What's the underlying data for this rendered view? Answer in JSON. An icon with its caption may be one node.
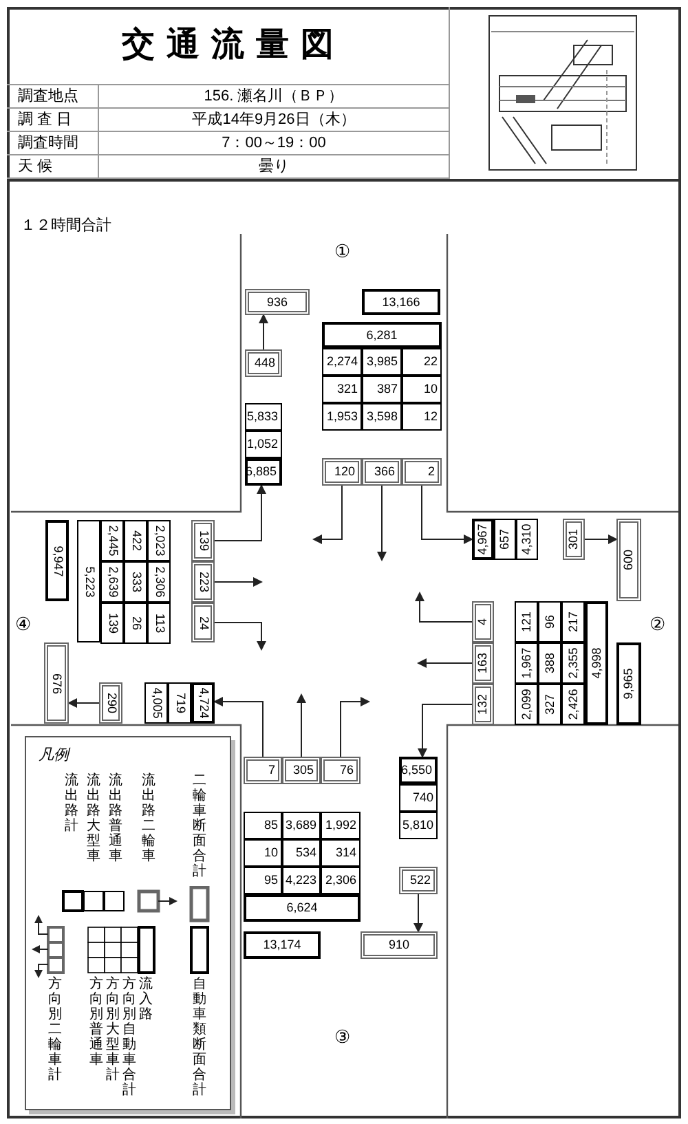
{
  "diagram": {
    "title": "交通流量図",
    "nodes": [
      {
        "text": [
          "936"
        ]
      },
      {
        "text": [
          "13,166"
        ]
      },
      {
        "text": [
          "6,281"
        ]
      },
      {
        "text": [
          "2,274"
        ]
      },
      {
        "text": [
          "3,985"
        ]
      },
      {
        "text": [
          "22"
        ]
      },
      {
        "text": [
          "321"
        ]
      },
      {
        "text": [
          "387"
        ]
      },
      {
        "text": [
          "10"
        ]
      },
      {
        "text": [
          "1,953"
        ]
      },
      {
        "text": [
          "3,598"
        ]
      },
      {
        "text": [
          "12"
        ]
      },
      {
        "text": [
          "448"
        ]
      },
      {
        "text": [
          "5,833"
        ]
      },
      {
        "text": [
          "1,052"
        ]
      },
      {
        "text": [
          "6,885"
        ]
      },
      {
        "text": [
          "120"
        ]
      },
      {
        "text": [
          "366"
        ]
      },
      {
        "text": [
          "2"
        ]
      },
      {
        "text": [
          "9,947"
        ]
      },
      {
        "text": [
          "5,223"
        ]
      },
      {
        "text": [
          "2,445"
        ]
      },
      {
        "text": [
          "422"
        ]
      },
      {
        "text": [
          "2,023"
        ]
      },
      {
        "text": [
          "2,639"
        ]
      },
      {
        "text": [
          "333"
        ]
      },
      {
        "text": [
          "2,306"
        ]
      },
      {
        "text": [
          "139"
        ]
      },
      {
        "text": [
          "26"
        ]
      },
      {
        "text": [
          "113"
        ]
      },
      {
        "text": [
          "139"
        ]
      },
      {
        "text": [
          "223"
        ]
      },
      {
        "text": [
          "24"
        ]
      },
      {
        "text": [
          "676"
        ]
      },
      {
        "text": [
          "290"
        ]
      },
      {
        "text": [
          "4,005"
        ]
      },
      {
        "text": [
          "719"
        ]
      },
      {
        "text": [
          "4,724"
        ]
      },
      {
        "text": [
          "4,967"
        ]
      },
      {
        "text": [
          "657"
        ]
      },
      {
        "text": [
          "4,310"
        ]
      },
      {
        "text": [
          "301"
        ]
      },
      {
        "text": [
          "600"
        ]
      },
      {
        "text": [
          "4"
        ]
      },
      {
        "text": [
          "163"
        ]
      },
      {
        "text": [
          "132"
        ]
      },
      {
        "text": [
          "121"
        ]
      },
      {
        "text": [
          "96"
        ]
      },
      {
        "text": [
          "217"
        ]
      },
      {
        "text": [
          "1,967"
        ]
      },
      {
        "text": [
          "388"
        ]
      },
      {
        "text": [
          "2,355"
        ]
      },
      {
        "text": [
          "2,099"
        ]
      },
      {
        "text": [
          "327"
        ]
      },
      {
        "text": [
          "2,426"
        ]
      },
      {
        "text": [
          "4,998"
        ]
      },
      {
        "text": [
          "9,965"
        ]
      },
      {
        "text": [
          "7"
        ]
      },
      {
        "text": [
          "305"
        ]
      },
      {
        "text": [
          "76"
        ]
      },
      {
        "text": [
          "6,550"
        ]
      },
      {
        "text": [
          "740"
        ]
      },
      {
        "text": [
          "5,810"
        ]
      },
      {
        "text": [
          "85"
        ]
      },
      {
        "text": [
          "3,689"
        ]
      },
      {
        "text": [
          "1,992"
        ]
      },
      {
        "text": [
          "10"
        ]
      },
      {
        "text": [
          "534"
        ]
      },
      {
        "text": [
          "314"
        ]
      },
      {
        "text": [
          "95"
        ]
      },
      {
        "text": [
          "4,223"
        ]
      },
      {
        "text": [
          "2,306"
        ]
      },
      {
        "text": [
          "6,624"
        ]
      },
      {
        "text": [
          "522"
        ]
      },
      {
        "text": [
          "13,174"
        ]
      },
      {
        "text": [
          "910"
        ]
      }
    ],
    "edges": [
      {
        "from": 12,
        "to": 0,
        "arrow": "to"
      },
      {
        "from": 16,
        "to": null,
        "arrow": "to"
      },
      {
        "from": 17,
        "to": null,
        "arrow": "to"
      },
      {
        "from": 18,
        "to": 38,
        "arrow": "to"
      },
      {
        "from": 30,
        "to": 15,
        "arrow": "to"
      },
      {
        "from": 31,
        "to": null,
        "arrow": "to"
      },
      {
        "from": 32,
        "to": null,
        "arrow": "to"
      },
      {
        "from": 34,
        "to": 33,
        "arrow": "to"
      },
      {
        "from": 57,
        "to": 37,
        "arrow": "to"
      },
      {
        "from": 58,
        "to": null,
        "arrow": "to"
      },
      {
        "from": 59,
        "to": null,
        "arrow": "to"
      },
      {
        "from": 41,
        "to": 42,
        "arrow": "to"
      },
      {
        "from": 43,
        "to": null,
        "arrow": "to"
      },
      {
        "from": 44,
        "to": null,
        "arrow": "to"
      },
      {
        "from": 45,
        "to": 60,
        "arrow": "to"
      },
      {
        "from": 73,
        "to": 75,
        "arrow": "to"
      }
    ],
    "labels": [
      "調査地点",
      "156. 瀬名川（ＢＰ）",
      "調 査 日",
      "平成14年9月26日（木）",
      "調査時間",
      "7：00～19：00",
      "天 候",
      "曇り",
      "１２時間合計",
      "①",
      "④",
      "②",
      "凡例",
      "③"
    ],
    "legend": [
      {
        "text": "流出路計"
      },
      {
        "text": "流出路大型車"
      },
      {
        "text": "流出路普通車"
      },
      {
        "text": "流出路二輪車"
      },
      {
        "text": "二輪車断面合計"
      },
      {
        "text": "方向別二輪車計"
      },
      {
        "text": "方向別普通車"
      },
      {
        "text": "方向別大型車計"
      },
      {
        "text": "方向別自動車合計"
      },
      {
        "text": "流入路"
      },
      {
        "text": "自動車類断面合計"
      }
    ]
  }
}
